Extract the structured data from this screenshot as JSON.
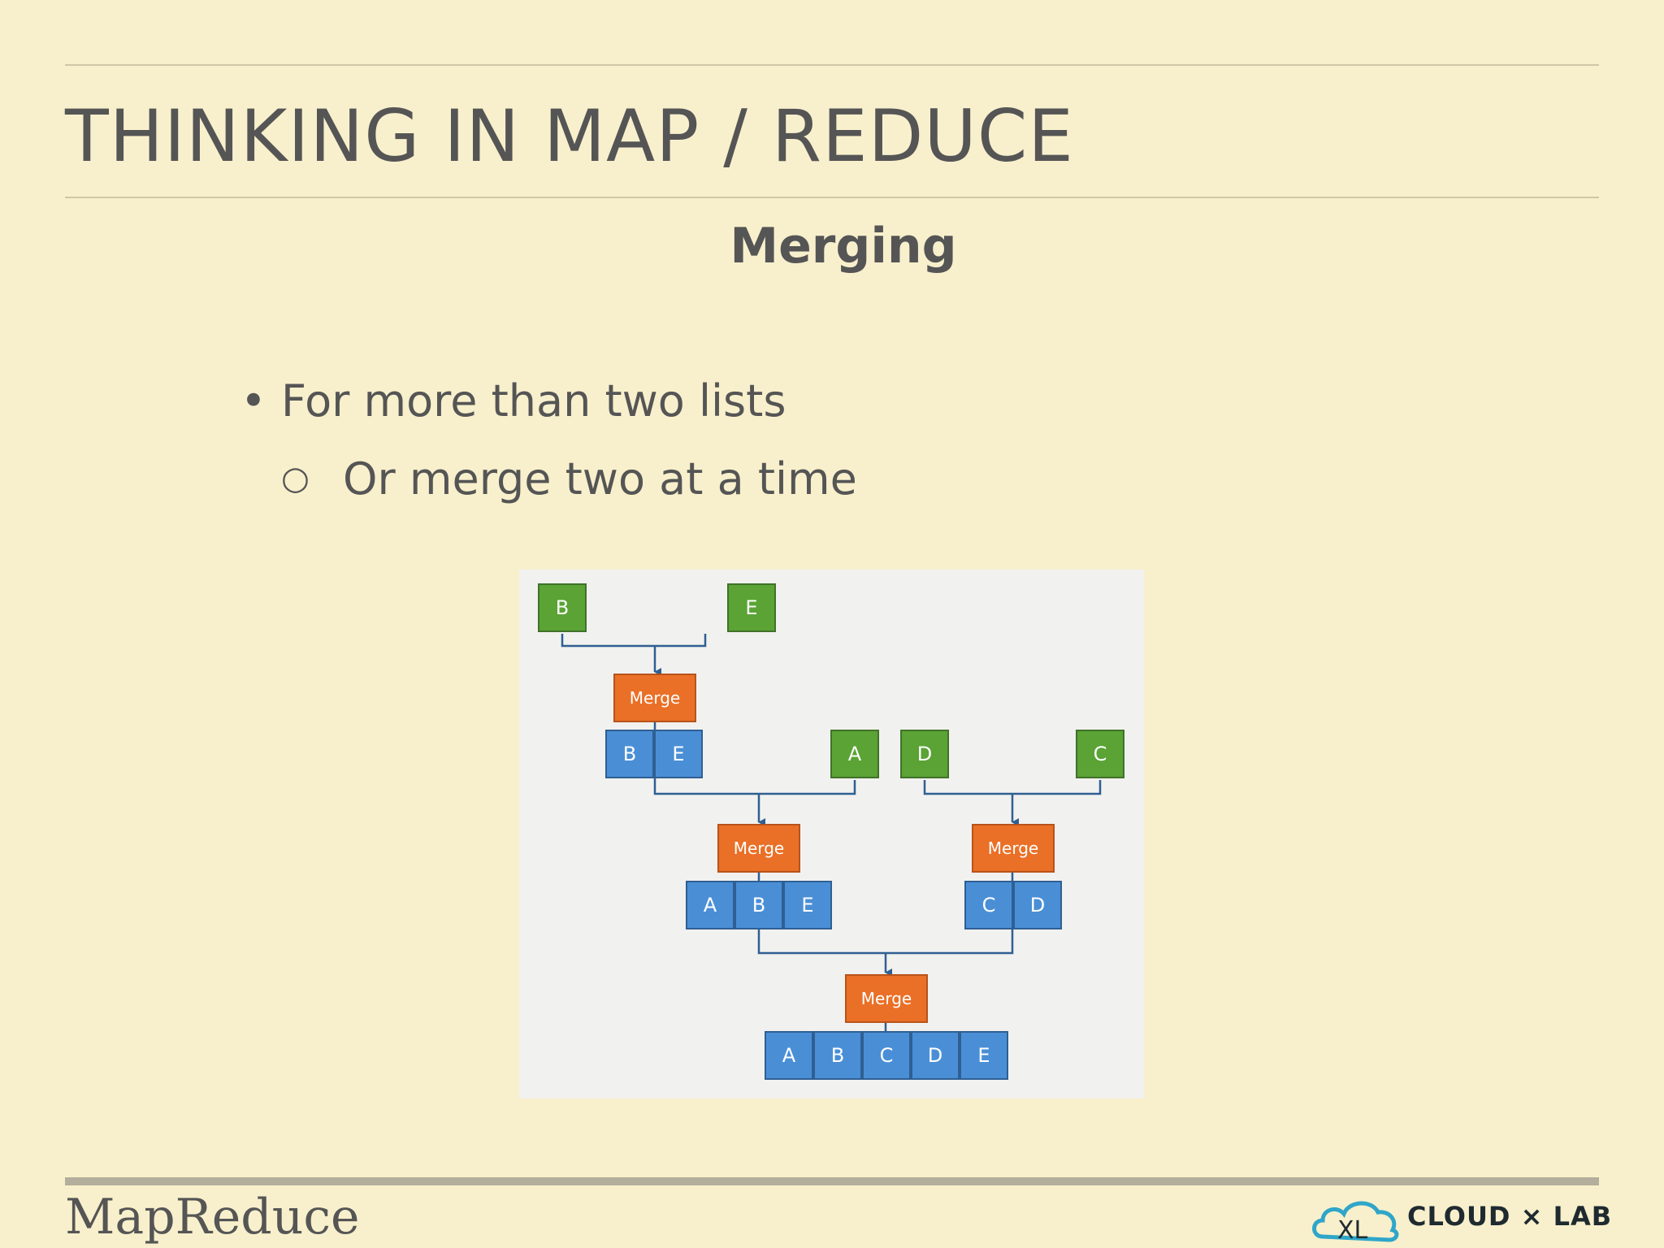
{
  "slide": {
    "title": "THINKING IN MAP / REDUCE",
    "subtitle": "Merging",
    "bullets": [
      {
        "marker": "•",
        "text": "For more than two lists"
      },
      {
        "marker": "○",
        "text": "Or merge two at a time"
      }
    ]
  },
  "diagram": {
    "colors": {
      "input": "#5aa334",
      "merged": "#4a8fd6",
      "merge": "#ea7027"
    },
    "inputs": [
      "B",
      "E",
      "A",
      "D",
      "C"
    ],
    "merge_label": "Merge",
    "level1_left_result": [
      "B",
      "E"
    ],
    "level2_left_result": [
      "A",
      "B",
      "E"
    ],
    "level2_right_result": [
      "C",
      "D"
    ],
    "final_result": [
      "A",
      "B",
      "C",
      "D",
      "E"
    ]
  },
  "footer": {
    "section": "MapReduce",
    "logo_text": "CLOUD × LAB",
    "logo_mark": "XL"
  }
}
